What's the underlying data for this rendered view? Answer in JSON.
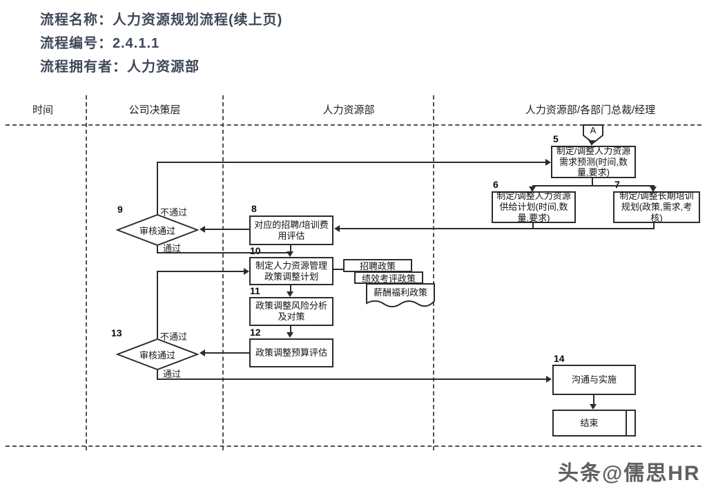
{
  "title_block": {
    "process_name": "流程名称：人力资源规划流程(续上页)",
    "process_number": "流程编号：2.4.1.1",
    "process_owner": "流程拥有者：人力资源部"
  },
  "lanes": [
    {
      "label": "时间"
    },
    {
      "label": "公司决策层"
    },
    {
      "label": "人力资源部"
    },
    {
      "label": "人力资源部/各部门总裁/经理"
    }
  ],
  "nodes": {
    "connector_a": {
      "label": "A"
    },
    "box5": {
      "num": "5",
      "text": "制定/调整人力资源需求预测(时间,数量,要求)"
    },
    "box6": {
      "num": "6",
      "text": "制定/调整人力资源供给计划(时间,数量,要求)"
    },
    "box7": {
      "num": "7",
      "text": "制定/调整长期培训规划(政策,需求,考核)"
    },
    "box8": {
      "num": "8",
      "text": "对应的招聘/培训费用评估"
    },
    "decision9": {
      "num": "9",
      "text": "审核通过",
      "pass_label": "通过",
      "fail_label": "不通过"
    },
    "box10": {
      "num": "10",
      "text": "制定人力资源管理政策调整计划"
    },
    "doc_recruit": {
      "text": "招聘政策"
    },
    "doc_appraisal": {
      "text": "绩效考评政策"
    },
    "doc_welfare": {
      "text": "薪酬福利政策"
    },
    "box11": {
      "num": "11",
      "text": "政策调整风险分析及对策"
    },
    "box12": {
      "num": "12",
      "text": "政策调整预算评估"
    },
    "decision13": {
      "num": "13",
      "text": "审核通过",
      "pass_label": "通过",
      "fail_label": "不通过"
    },
    "box14": {
      "num": "14",
      "text": "沟通与实施"
    },
    "end_box": {
      "text": "结束"
    }
  },
  "watermark": "头条@儒思HR",
  "colors": {
    "title": "#3d4757",
    "line": "#2b2b2b",
    "watermark": "#606060"
  }
}
